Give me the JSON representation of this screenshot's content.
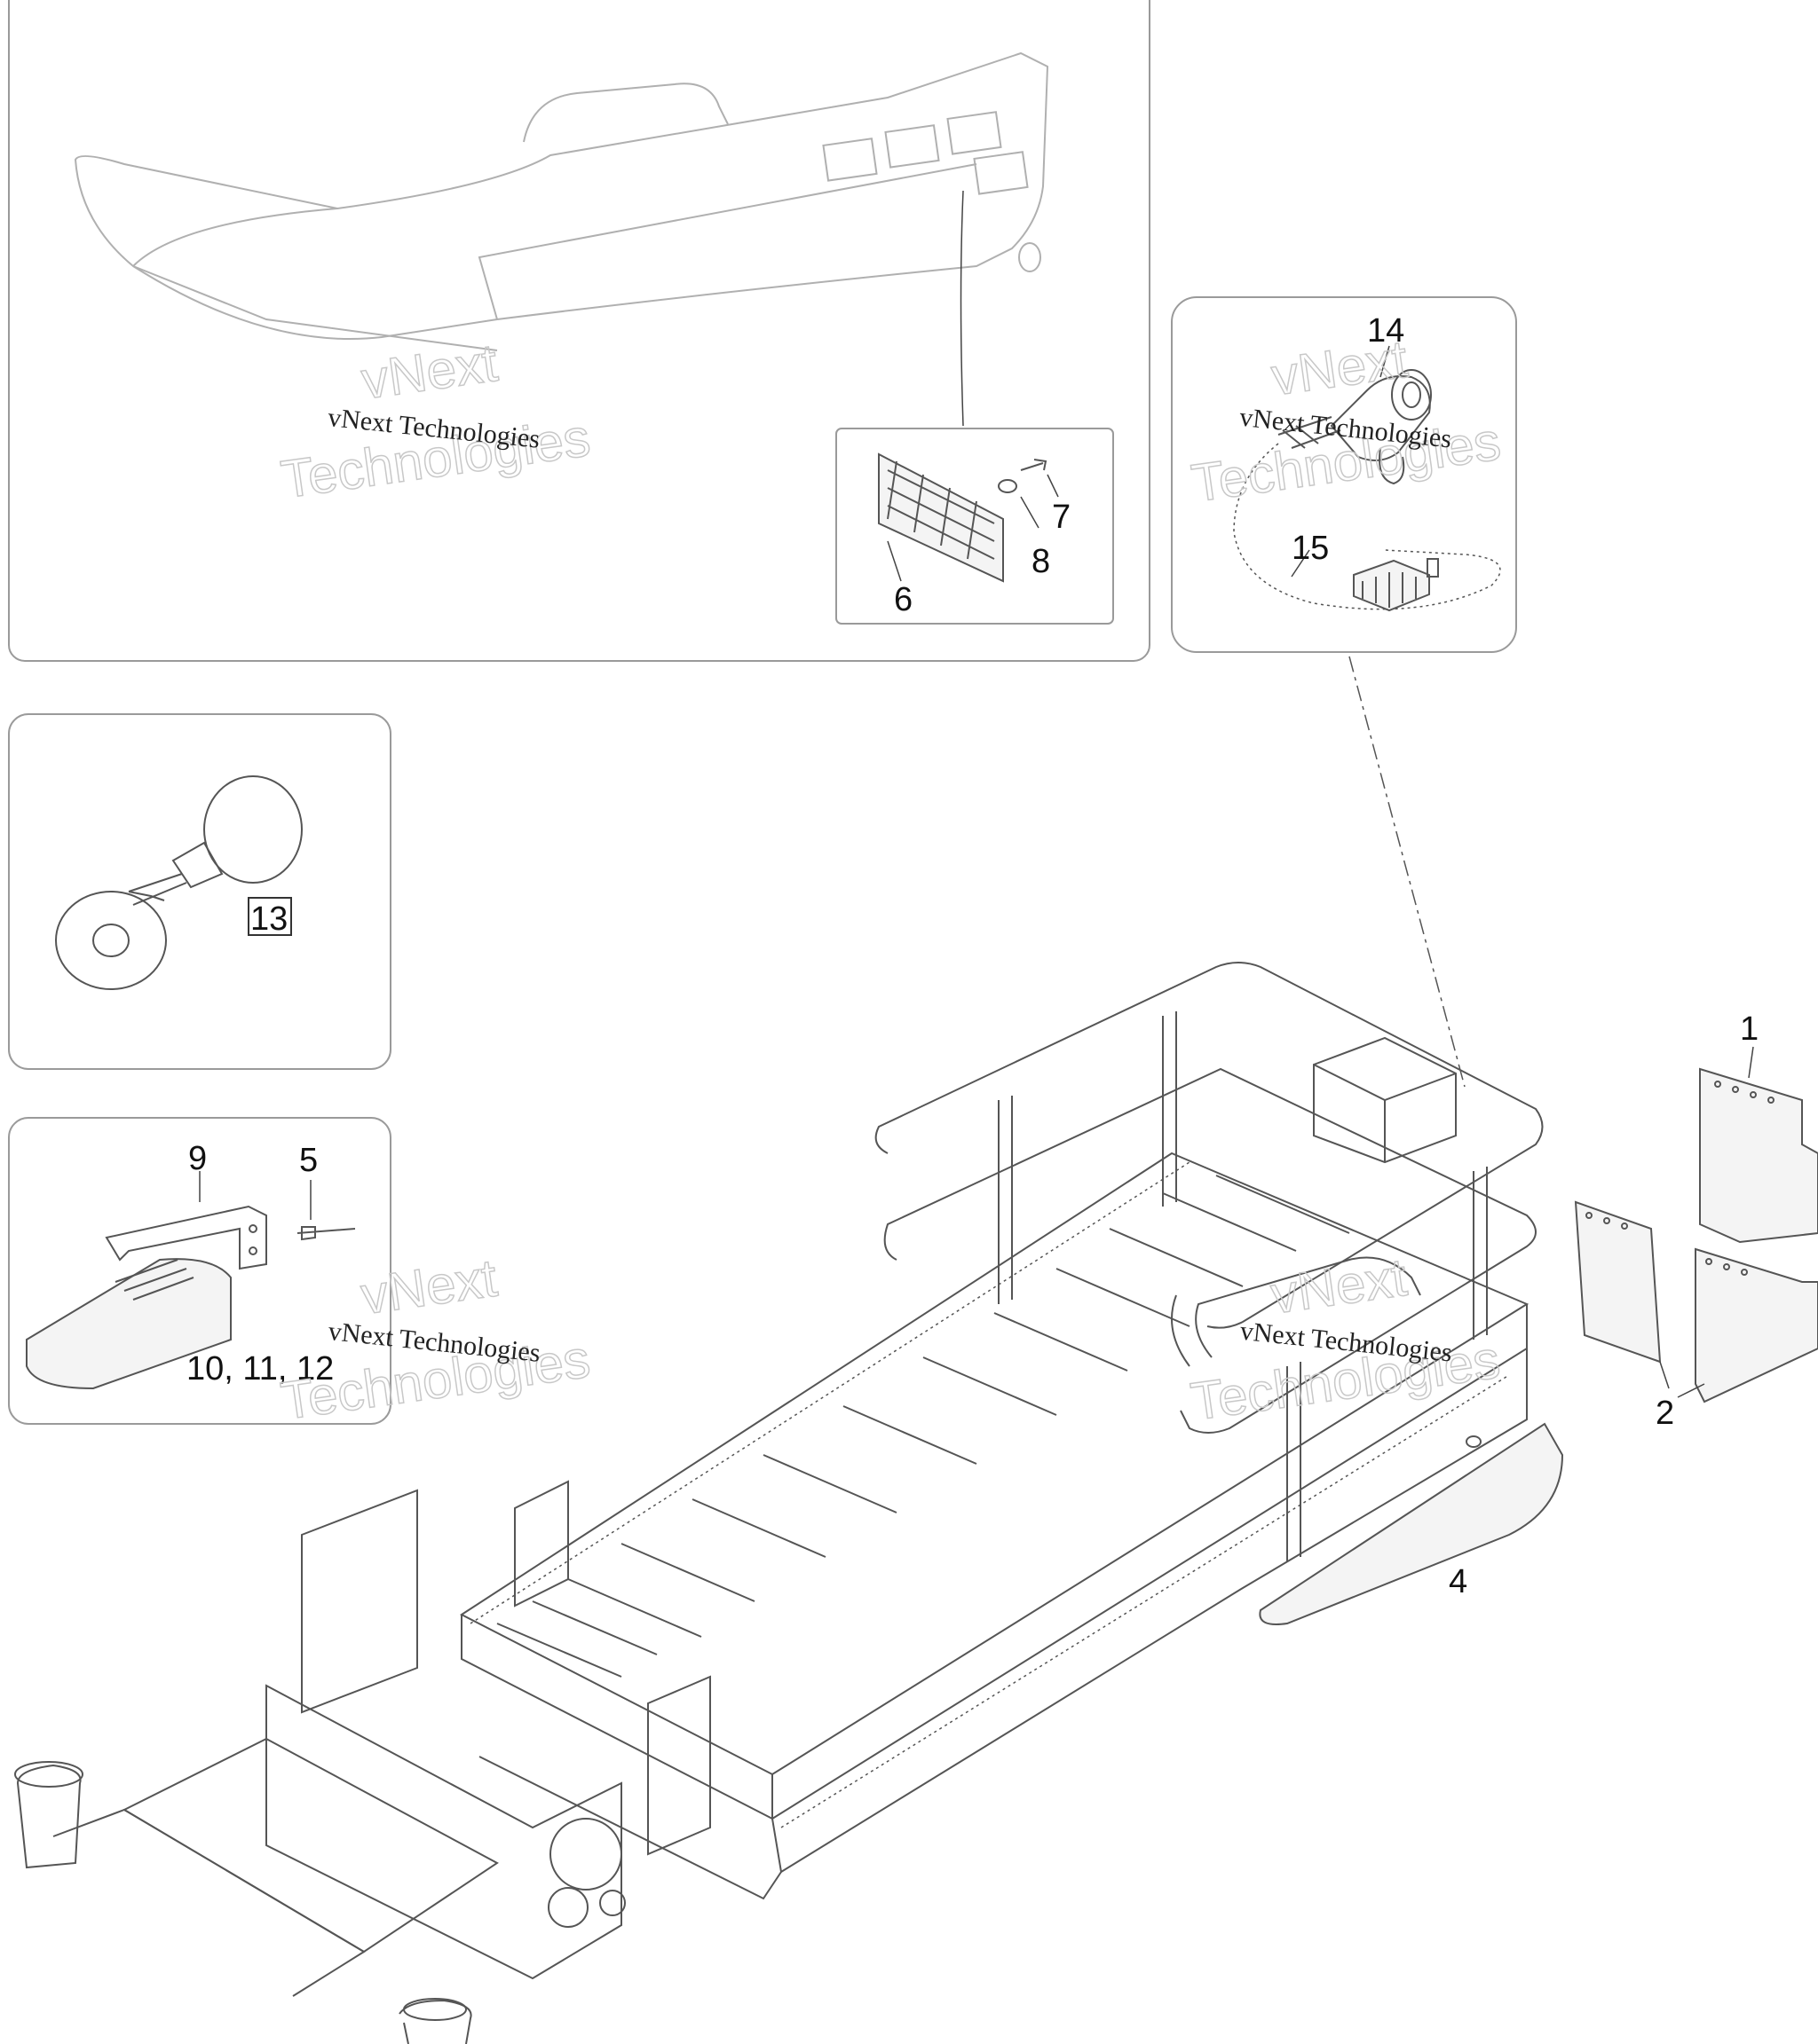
{
  "callouts": {
    "c1": "1",
    "c2": "2",
    "c4": "4",
    "c5": "5",
    "c6": "6",
    "c7": "7",
    "c8": "8",
    "c9": "9",
    "c10_12": "10, 11, 12",
    "c13": "13",
    "c14": "14",
    "c15": "15"
  },
  "watermark": {
    "line": "vNext Technologies",
    "big_1": "vNext",
    "big_2": "Technologies"
  }
}
